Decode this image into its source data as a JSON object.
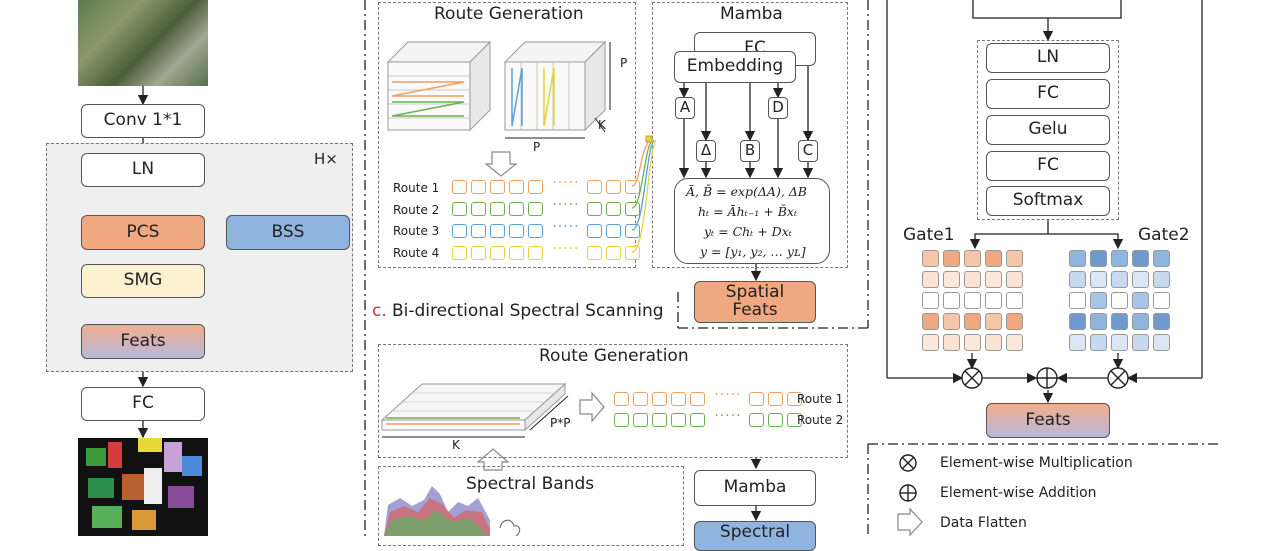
{
  "left": {
    "conv": "Conv 1*1",
    "repeat": "H×",
    "ln": "LN",
    "pcs": "PCS",
    "bss": "BSS",
    "smg": "SMG",
    "feats": "Feats",
    "fc": "FC"
  },
  "route_generation": {
    "title": "Route Generation",
    "dim_p": "P",
    "dim_k": "K",
    "routes": [
      "Route 1",
      "Route 2",
      "Route 3",
      "Route 4"
    ]
  },
  "mamba": {
    "title": "Mamba",
    "fc": "FC",
    "embedding": "Embedding",
    "params": [
      "A",
      "Δ",
      "B",
      "D",
      "C"
    ],
    "equations": [
      "Ā, B̄ = exp(ΔA), ΔB",
      "hₜ = Āhₜ₋₁ + B̄xₜ",
      "yₜ = Chₜ + Dxₜ",
      "y = [y₁, y₂, … yʟ]"
    ],
    "output": "Spatial\nFeats"
  },
  "section_c": {
    "letter": "c.",
    "title": "Bi-directional Spectral Scanning",
    "route_title": "Route Generation",
    "dim_pp": "P*P",
    "dim_k": "K",
    "routes": [
      "Route 1",
      "Route 2"
    ],
    "bands_title": "Spectral Bands",
    "mamba": "Mamba",
    "output": "Spectral"
  },
  "right": {
    "layers": [
      "LN",
      "FC",
      "Gelu",
      "FC",
      "Softmax"
    ],
    "gate1": "Gate1",
    "gate2": "Gate2",
    "feats": "Feats"
  },
  "legend": {
    "mult": "Element-wise Multiplication",
    "add": "Element-wise Addition",
    "flatten": "Data Flatten"
  },
  "colors": {
    "pcs": "#f0a880",
    "bss": "#8fb4e0",
    "smg": "#fbf0d0",
    "orange_route": "#f0a060",
    "green_route": "#6cb050",
    "blue_route": "#5aa0d8",
    "yellow_route": "#e8d040"
  }
}
